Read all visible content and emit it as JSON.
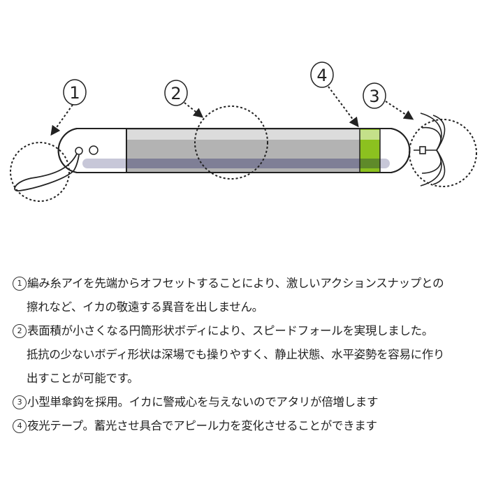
{
  "callouts": [
    {
      "number": "1"
    },
    {
      "number": "2"
    },
    {
      "number": "4"
    },
    {
      "number": "3"
    }
  ],
  "colors": {
    "glow_tape": "#8cc11f",
    "body_gray": "#b3b3b3",
    "stripe": "#8a8aa8"
  },
  "features": [
    {
      "number": "1",
      "lines": [
        "編み糸アイを先端からオフセットすることにより、激しいアクションスナップとの",
        "擦れなど、イカの敬遠する異音を出しません。"
      ]
    },
    {
      "number": "2",
      "lines": [
        "表面積が小さくなる円筒形状ボディにより、スピードフォールを実現しました。",
        "抵抗の少ないボディ形状は深場でも操りやすく、静止状態、水平姿勢を容易に作り",
        "出すことが可能です。"
      ]
    },
    {
      "number": "3",
      "lines": [
        "小型単傘鈎を採用。イカに警戒心を与えないのでアタリが倍増します"
      ]
    },
    {
      "number": "4",
      "lines": [
        "夜光テープ。蓄光させ具合でアピール力を変化させることができます"
      ]
    }
  ]
}
